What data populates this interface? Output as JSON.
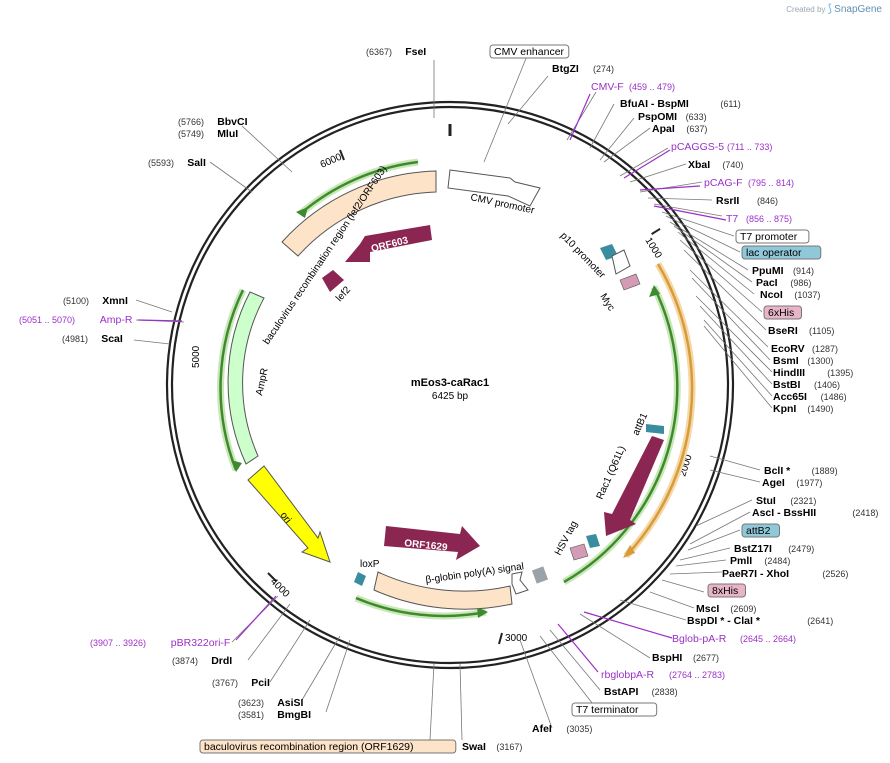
{
  "credit": {
    "prefix": "Created by",
    "brand": "SnapGene",
    "logo_icon": "snapgene-logo-icon"
  },
  "plasmid": {
    "name": "mEos3-caRac1",
    "length": "6425 bp"
  },
  "colors": {
    "backbone": "#222222",
    "site_label": "#000000",
    "primer": "#9b30c8",
    "number": "#333333",
    "orf": "#8b2552",
    "promoter": "#ffffff",
    "recomb": "#fde3c8",
    "amp": "#ccffcc",
    "ori": "#ffff00",
    "attb": "#3a8da0",
    "tag_pink": "#d49bb4",
    "feature_green": "#3f8a2e",
    "feature_orange": "#d89b3a"
  },
  "ticks": [
    "1000",
    "2000",
    "3000",
    "4000",
    "5000",
    "6000"
  ],
  "features_inner": {
    "cmv_promoter": "CMV promoter",
    "p10_promoter": "p10 promoter",
    "myc": "Myc",
    "orf603": "ORF603",
    "lef2": "lef2",
    "recomb_lef2": "baculovirus recombination region (lef2/ORF603)",
    "ampr": "AmpR",
    "ori": "ori",
    "orf1629": "ORF1629",
    "loxp": "loxP",
    "globin_signal": "β-globin poly(A) signal",
    "hsv_tag": "HSV tag",
    "rac1": "Rac1 (Q61L)",
    "attb1": "attB1"
  },
  "labels": [
    {
      "id": "cmv-enh",
      "type": "box",
      "box_color": "#ffffff",
      "name": "CMV enhancer"
    },
    {
      "id": "fsei",
      "type": "site",
      "name": "FseI",
      "pos": "(6367)"
    },
    {
      "id": "btgzi",
      "type": "site",
      "name": "BtgZI",
      "pos": "(274)"
    },
    {
      "id": "cmvf",
      "type": "primer",
      "name": "CMV-F",
      "pos": "(459 .. 479)"
    },
    {
      "id": "bfuai",
      "type": "site",
      "name": "BfuAI  - BspMI",
      "pos": "(611)"
    },
    {
      "id": "pspomi",
      "type": "site",
      "name": "PspOMI",
      "pos": "(633)"
    },
    {
      "id": "apai",
      "type": "site",
      "name": "ApaI",
      "pos": "(637)"
    },
    {
      "id": "pcaggs",
      "type": "primer",
      "name": "pCAGGS-5",
      "pos": "(711 .. 733)"
    },
    {
      "id": "xbai",
      "type": "site",
      "name": "XbaI",
      "pos": "(740)"
    },
    {
      "id": "pcagf",
      "type": "primer",
      "name": "pCAG-F",
      "pos": "(795 .. 814)"
    },
    {
      "id": "rsrii",
      "type": "site",
      "name": "RsrII",
      "pos": "(846)"
    },
    {
      "id": "t7",
      "type": "primer",
      "name": "T7",
      "pos": "(856 .. 875)"
    },
    {
      "id": "t7prom",
      "type": "box",
      "box_color": "#ffffff",
      "name": "T7 promoter"
    },
    {
      "id": "lacop",
      "type": "box",
      "box_color": "#8fc8d8",
      "name": "lac operator"
    },
    {
      "id": "ppumi",
      "type": "site",
      "name": "PpuMI",
      "pos": "(914)"
    },
    {
      "id": "paci",
      "type": "site",
      "name": "PacI",
      "pos": "(986)"
    },
    {
      "id": "ncoi",
      "type": "site",
      "name": "NcoI",
      "pos": "(1037)"
    },
    {
      "id": "his6",
      "type": "box",
      "box_color": "#e8b4c8",
      "name": "6xHis"
    },
    {
      "id": "bseri",
      "type": "site",
      "name": "BseRI",
      "pos": "(1105)"
    },
    {
      "id": "ecorv",
      "type": "site",
      "name": "EcoRV",
      "pos": "(1287)"
    },
    {
      "id": "bsmi",
      "type": "site",
      "name": "BsmI",
      "pos": "(1300)"
    },
    {
      "id": "hindiii",
      "type": "site",
      "name": "HindIII",
      "pos": "(1395)"
    },
    {
      "id": "bstbi",
      "type": "site",
      "name": "BstBI",
      "pos": "(1406)"
    },
    {
      "id": "acc65i",
      "type": "site",
      "name": "Acc65I",
      "pos": "(1486)"
    },
    {
      "id": "kpni",
      "type": "site",
      "name": "KpnI",
      "pos": "(1490)"
    },
    {
      "id": "bcli",
      "type": "site",
      "name": "BclI *",
      "pos": "(1889)"
    },
    {
      "id": "agei",
      "type": "site",
      "name": "AgeI",
      "pos": "(1977)"
    },
    {
      "id": "stui",
      "type": "site",
      "name": "StuI",
      "pos": "(2321)"
    },
    {
      "id": "asci",
      "type": "site",
      "name": "AscI  - BssHII",
      "pos": "(2418)"
    },
    {
      "id": "attb2",
      "type": "box",
      "box_color": "#8fc8d8",
      "name": "attB2"
    },
    {
      "id": "bstz17i",
      "type": "site",
      "name": "BstZ17I",
      "pos": "(2479)"
    },
    {
      "id": "pmli",
      "type": "site",
      "name": "PmlI",
      "pos": "(2484)"
    },
    {
      "id": "paer7i",
      "type": "site",
      "name": "PaeR7I  - XhoI",
      "pos": "(2526)"
    },
    {
      "id": "his8",
      "type": "box",
      "box_color": "#e8b4c8",
      "name": "8xHis"
    },
    {
      "id": "msci",
      "type": "site",
      "name": "MscI",
      "pos": "(2609)"
    },
    {
      "id": "bspdi",
      "type": "site",
      "name": "BspDI *  - ClaI *",
      "pos": "(2641)"
    },
    {
      "id": "bglob",
      "type": "primer",
      "name": "Bglob-pA-R",
      "pos": "(2645 .. 2664)"
    },
    {
      "id": "bsphi",
      "type": "site",
      "name": "BspHI",
      "pos": "(2677)"
    },
    {
      "id": "rbglob",
      "type": "primer",
      "name": "rbglobpA-R",
      "pos": "(2764 .. 2783)"
    },
    {
      "id": "bstapi",
      "type": "site",
      "name": "BstAPI",
      "pos": "(2838)"
    },
    {
      "id": "t7term",
      "type": "box",
      "box_color": "#ffffff",
      "name": "T7 terminator"
    },
    {
      "id": "afei",
      "type": "site",
      "name": "AfeI",
      "pos": "(3035)"
    },
    {
      "id": "swai",
      "type": "site",
      "name": "SwaI",
      "pos": "(3167)"
    },
    {
      "id": "bac1629",
      "type": "box",
      "box_color": "#fde3c8",
      "name": "baculovirus recombination region (ORF1629)"
    },
    {
      "id": "bmgbi",
      "type": "site",
      "name": "BmgBI",
      "pos": "(3581)"
    },
    {
      "id": "asisi",
      "type": "site",
      "name": "AsiSI",
      "pos": "(3623)"
    },
    {
      "id": "pcii",
      "type": "site",
      "name": "PciI",
      "pos": "(3767)"
    },
    {
      "id": "drdi",
      "type": "site",
      "name": "DrdI",
      "pos": "(3874)"
    },
    {
      "id": "pbr322",
      "type": "primer",
      "name": "pBR322ori-F",
      "pos": "(3907 .. 3926)"
    },
    {
      "id": "scai",
      "type": "site",
      "name": "ScaI",
      "pos": "(4981)"
    },
    {
      "id": "ampr-primer",
      "type": "primer",
      "name": "Amp-R",
      "pos": "(5051 .. 5070)"
    },
    {
      "id": "xmni",
      "type": "site",
      "name": "XmnI",
      "pos": "(5100)"
    },
    {
      "id": "sali",
      "type": "site",
      "name": "SalI",
      "pos": "(5593)"
    },
    {
      "id": "mlui",
      "type": "site",
      "name": "MluI",
      "pos": "(5749)"
    },
    {
      "id": "bbvci",
      "type": "site",
      "name": "BbvCI",
      "pos": "(5766)"
    }
  ]
}
